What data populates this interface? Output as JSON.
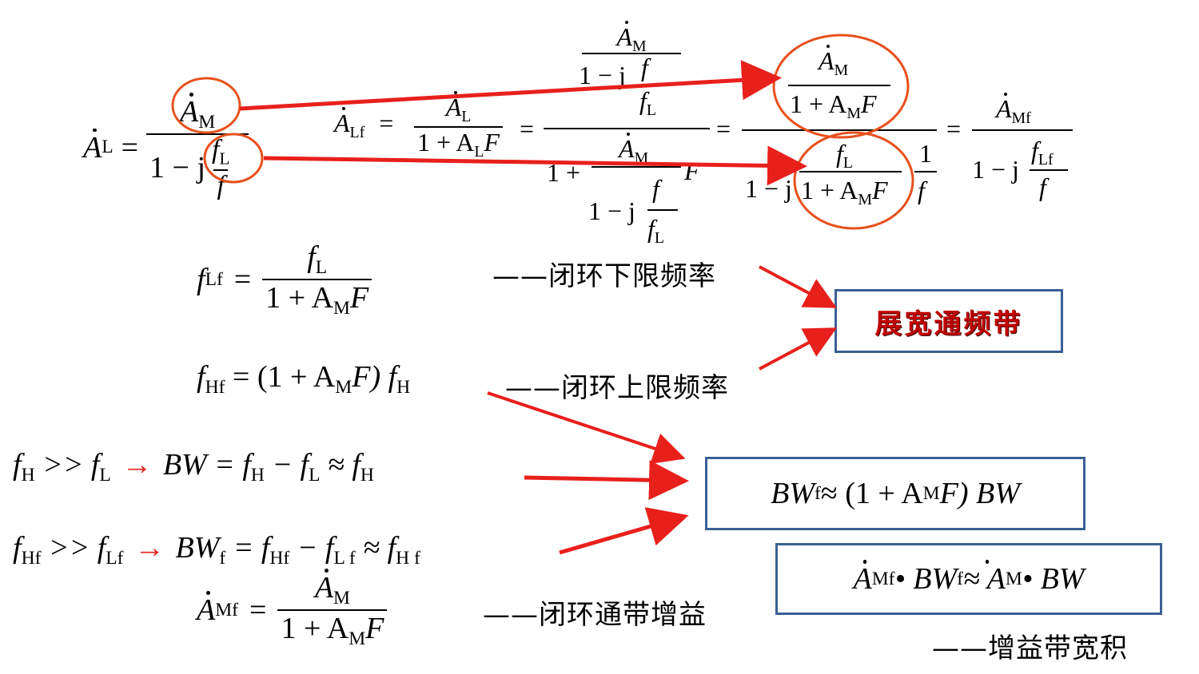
{
  "eq1": {
    "lhs": "A",
    "lhs_sub": "L",
    "equals": "=",
    "num": "A",
    "num_sub": "M",
    "den_prefix": "1 − j",
    "inner_num": "f",
    "inner_num_sub": "L",
    "inner_den": "f"
  },
  "eq2": {
    "lhs": "A",
    "lhs_sub": "Lf",
    "equals": "=",
    "t1_num": "A",
    "t1_num_sub": "L",
    "t1_den": "1 + A",
    "t1_den_sub": "L",
    "t1_den_end": "F",
    "t2_top_num": "A",
    "t2_top_num_sub": "M",
    "t2_top_den_prefix": "1 − j",
    "t2_top_den_num": "f",
    "t2_top_den_den": "f",
    "t2_top_den_den_sub": "L",
    "t2_den_prefix": "1 +",
    "t2_den_A": "A",
    "t2_den_A_sub": "M",
    "t2_den_F": "F",
    "t2_den_j": "1 − j",
    "t2_den_f": "f",
    "t2_den_fL": "f",
    "t2_den_fL_sub": "L",
    "t3_num": "A",
    "t3_num_sub": "M",
    "t3_num_den": "1 + A",
    "t3_num_den_sub": "M",
    "t3_num_den_end": "F",
    "t3_den_prefix": "1 − j",
    "t3_den_inner_num": "f",
    "t3_den_inner_num_sub": "L",
    "t3_den_inner_den": "1 + A",
    "t3_den_inner_den_sub": "M",
    "t3_den_inner_den_end": "F",
    "t3_den_tail_num": "1",
    "t3_den_tail_den": "f",
    "t4_num": "A",
    "t4_num_sub": "Mf",
    "t4_den_prefix": "1 − j",
    "t4_den_num": "f",
    "t4_den_num_sub": "Lf",
    "t4_den_den": "f"
  },
  "eq3": {
    "lhs": "f",
    "lhs_sub": "Lf",
    "equals": "=",
    "num": "f",
    "num_sub": "L",
    "den": "1 + A",
    "den_sub": "M",
    "den_end": "F",
    "note": "——闭环下限频率"
  },
  "eq4": {
    "lhs": "f",
    "lhs_sub": "Hf",
    "rhs": "= (1 + A",
    "rhs_sub": "M",
    "rhs_end": "F) f",
    "rhs_end_sub": "H",
    "note": "——闭环上限频率"
  },
  "eq5": {
    "cond": "f",
    "cond_sub": "H",
    "cond_mid": " >> f",
    "cond_sub2": "L",
    "arrow": "→",
    "body": "BW = f",
    "body_sub": "H",
    "body_mid": " − f",
    "body_sub2": "L",
    "body_end": " ≈ f",
    "body_sub3": "H"
  },
  "eq6": {
    "cond": "f",
    "cond_sub": "Hf",
    "cond_mid": " >> f",
    "cond_sub2": "Lf",
    "arrow": "→",
    "body": "BW",
    "body_sub": "f",
    "body_mid": " = f",
    "body_sub2": "Hf",
    "body_mid2": " − f",
    "body_sub3": "L f",
    "body_end": " ≈ f",
    "body_sub4": "H f"
  },
  "eq7": {
    "lhs": "A",
    "lhs_sub": "Mf",
    "equals": "=",
    "num": "A",
    "num_sub": "M",
    "den": "1 + A",
    "den_sub": "M",
    "den_end": "F",
    "note": "——闭环通带增益"
  },
  "box_bandwidth": {
    "text": "展宽通频带"
  },
  "box_bwf": {
    "a": "BW",
    "a_sub": "f",
    "b": " ≈ (1 + A",
    "b_sub": "M",
    "c": "F) BW"
  },
  "box_gbw": {
    "a": "A",
    "a_sub": "Mf",
    "b": " • BW",
    "b_sub": "f",
    "c": " ≈ A",
    "c_sub": "M",
    "d": " • BW"
  },
  "gbw_note": "——增益带宽积",
  "colors": {
    "arrow": "#e8201c",
    "box_border": "#3a5f95",
    "title_red": "#c00000"
  }
}
